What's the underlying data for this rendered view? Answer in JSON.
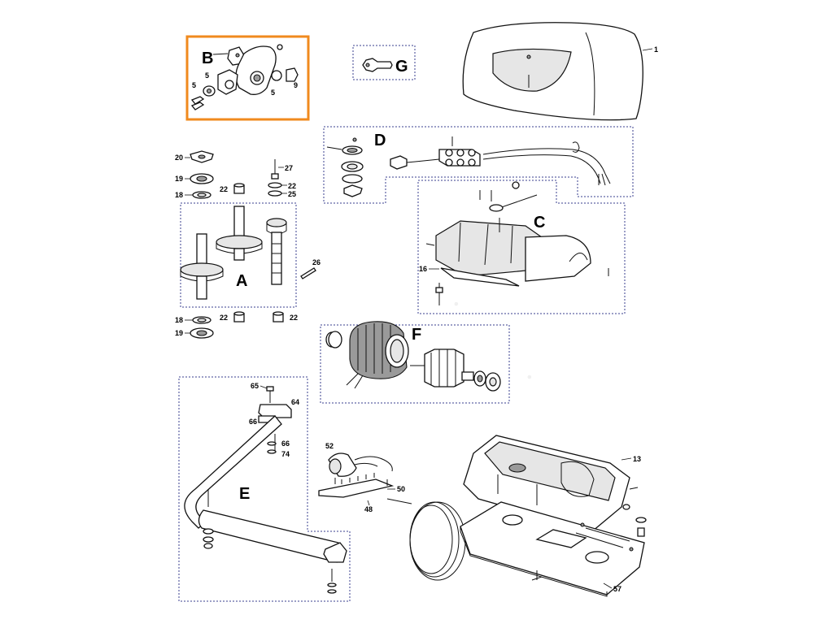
{
  "groups": {
    "A": "A",
    "B": "B",
    "C": "C",
    "D": "D",
    "E": "E",
    "F": "F",
    "G": "G"
  },
  "parts": {
    "p1": "1",
    "p5a": "5",
    "p5b": "5",
    "p5c": "5",
    "p9": "9",
    "p20": "20",
    "p19a": "19",
    "p18a": "18",
    "p22a": "22",
    "p27": "27",
    "p22b": "22",
    "p25": "25",
    "p26": "26",
    "p16": "16",
    "p18b": "18",
    "p22c": "22",
    "p22d": "22",
    "p19b": "19",
    "p65": "65",
    "p64": "64",
    "p66a": "66",
    "p66b": "66",
    "p74": "74",
    "p52": "52",
    "p50": "50",
    "p48": "48",
    "p13": "13",
    "p57": "57"
  },
  "colors": {
    "highlight": "#f08a1e",
    "group_border": "#3a3f8f",
    "line": "#111111"
  }
}
